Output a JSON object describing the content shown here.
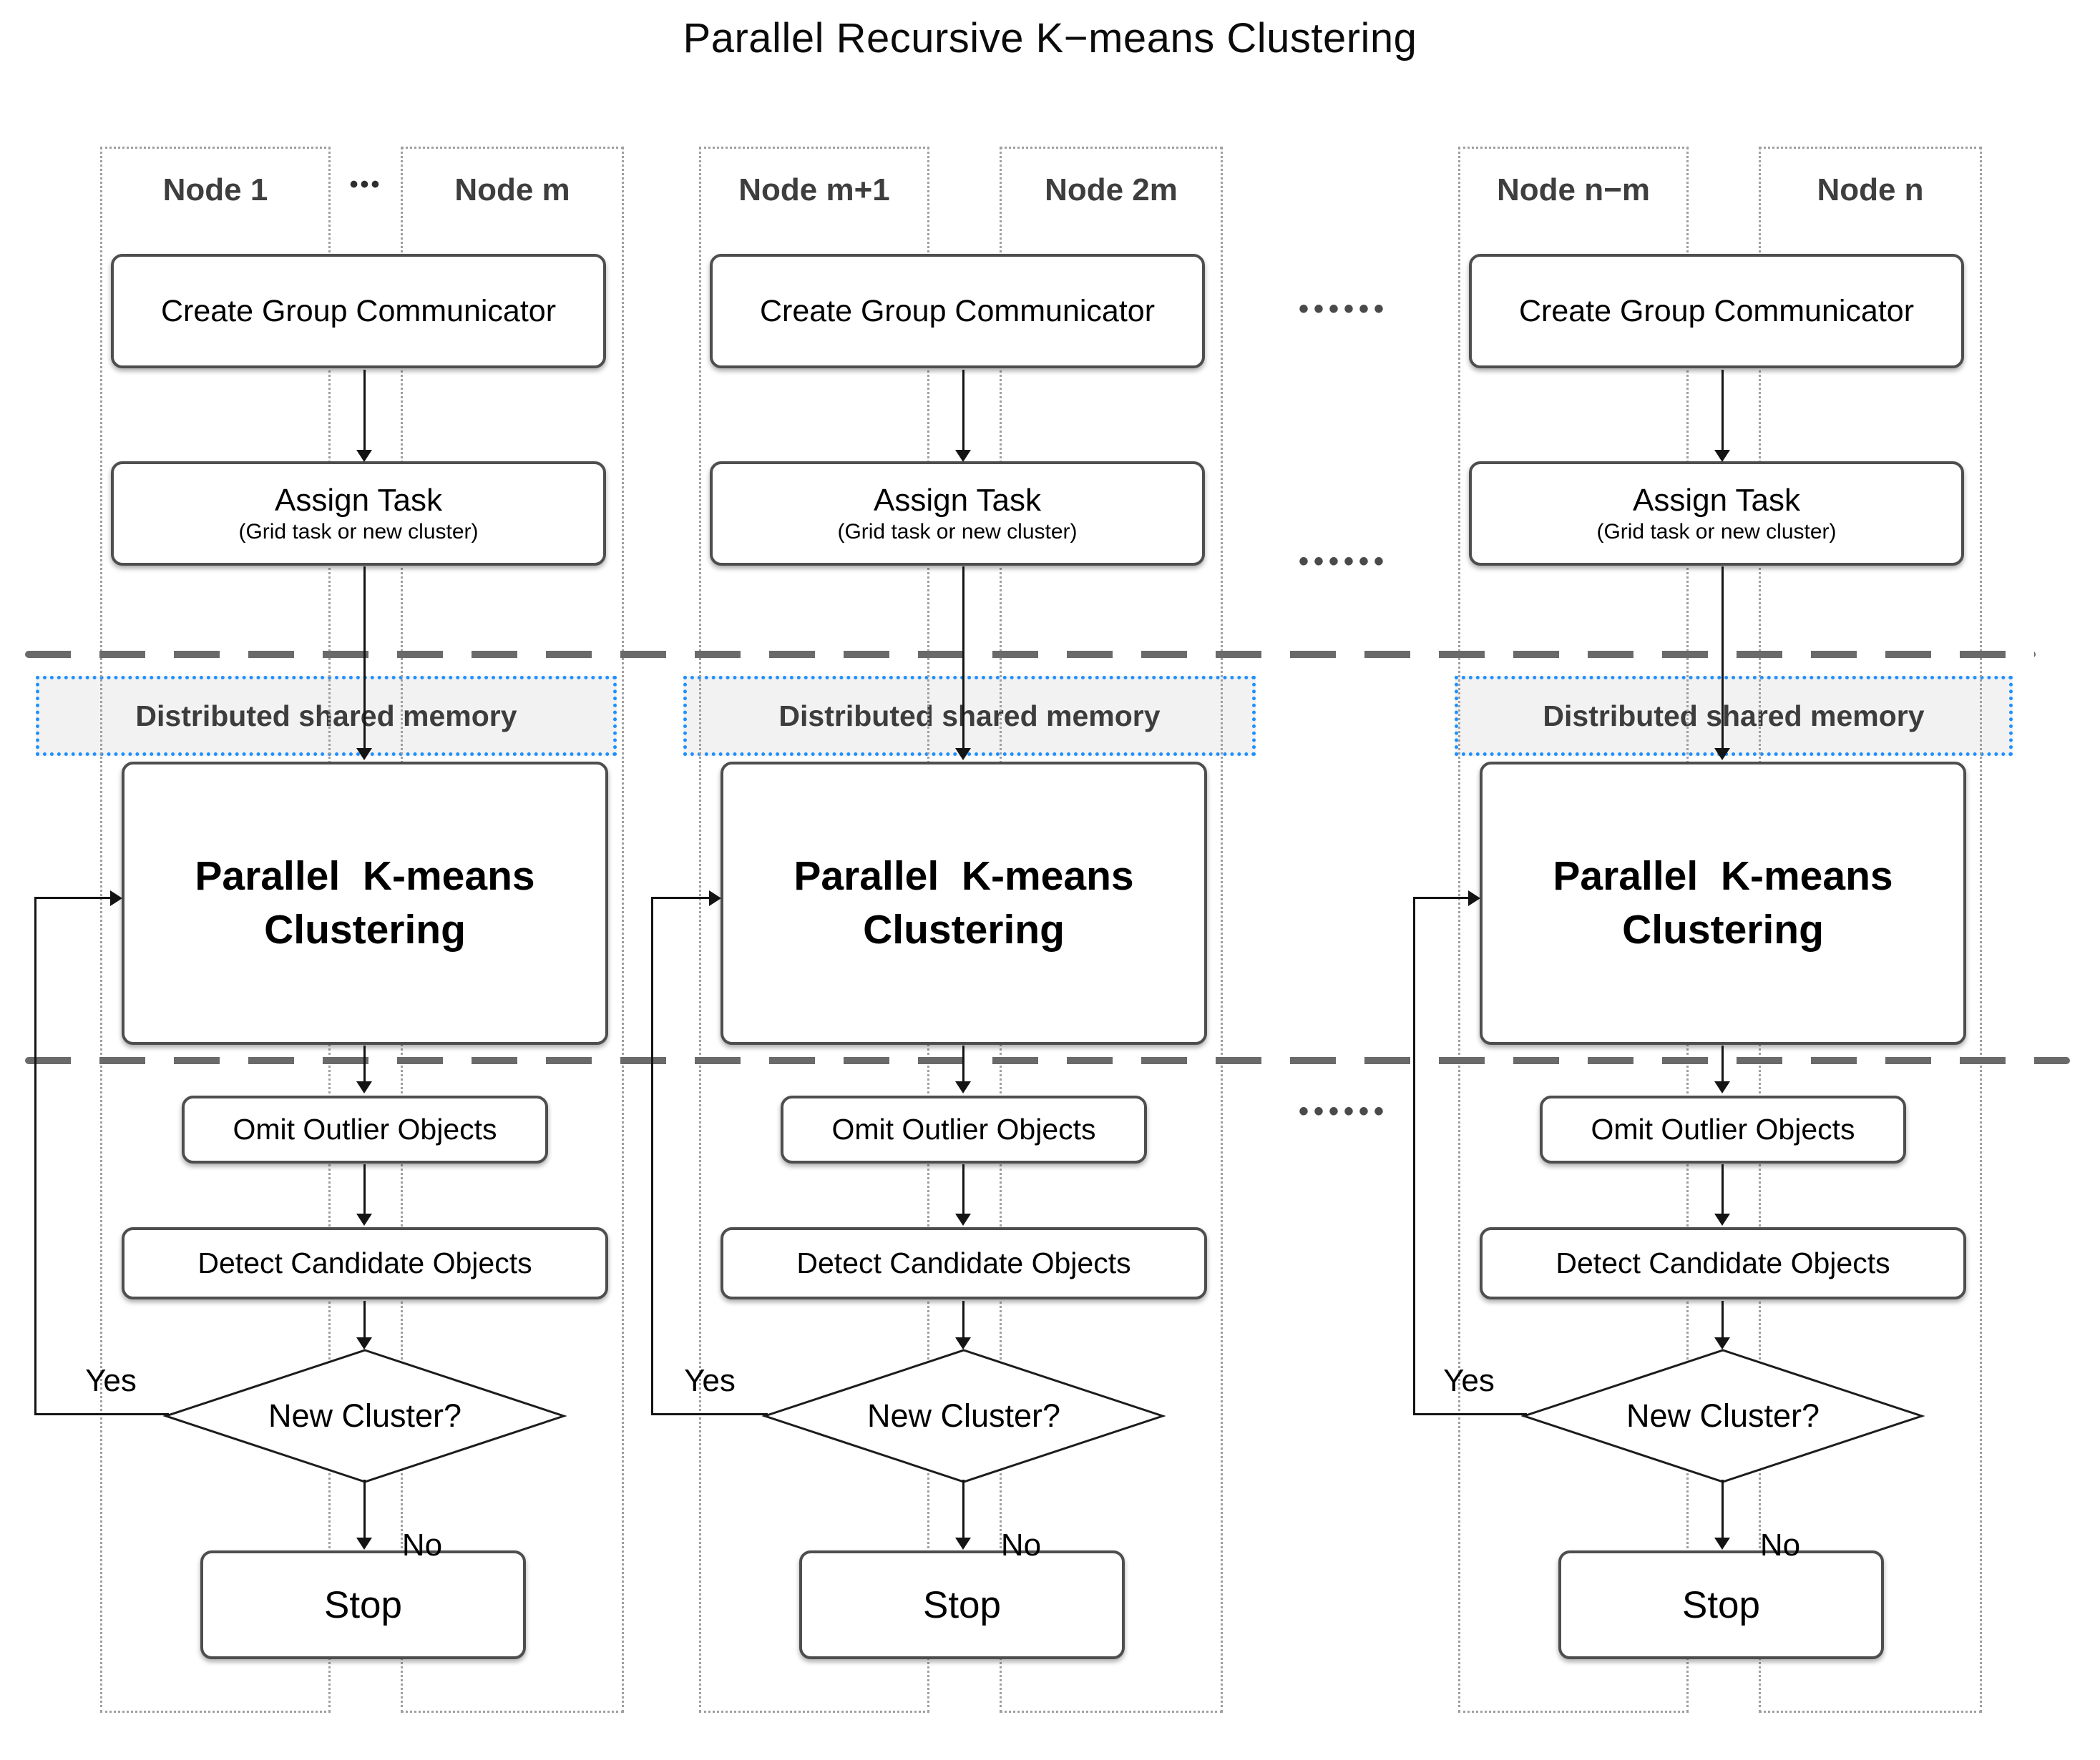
{
  "title": "Parallel Recursive K−means Clustering",
  "icons": {
    "intra_group_ellipsis": "•••",
    "omitted_columns_ellipsis": "••••••"
  },
  "colors": {
    "memory_border_blue": "#1e90ff",
    "memory_background": "#f2f2f2",
    "box_border_gray": "#4e4e4e",
    "dotted_outline_gray": "#9f9f9f",
    "divider_gray": "#6a6a6a"
  },
  "columns": [
    {
      "node_left": "Node 1",
      "node_right": "Node m",
      "header_ellipsis": "•••",
      "create_box": "Create Group Communicator",
      "assign_title": "Assign Task",
      "assign_subtitle": "(Grid task or new cluster)",
      "memory_label": "Distributed shared memory",
      "kmeans_line1": "Parallel  K-means",
      "kmeans_line2": "Clustering",
      "omit_box": "Omit Outlier Objects",
      "detect_box": "Detect Candidate Objects",
      "decision": "New Cluster?",
      "yes_label": "Yes",
      "no_label": "No",
      "stop_box": "Stop"
    },
    {
      "node_left": "Node m+1",
      "node_right": "Node 2m",
      "create_box": "Create Group Communicator",
      "assign_title": "Assign Task",
      "assign_subtitle": "(Grid task or new cluster)",
      "memory_label": "Distributed shared memory",
      "kmeans_line1": "Parallel  K-means",
      "kmeans_line2": "Clustering",
      "omit_box": "Omit Outlier Objects",
      "detect_box": "Detect Candidate Objects",
      "decision": "New Cluster?",
      "yes_label": "Yes",
      "no_label": "No",
      "stop_box": "Stop"
    },
    {
      "node_left": "Node n−m",
      "node_right": "Node n",
      "create_box": "Create Group Communicator",
      "assign_title": "Assign Task",
      "assign_subtitle": "(Grid task or new cluster)",
      "memory_label": "Distributed shared memory",
      "kmeans_line1": "Parallel  K-means",
      "kmeans_line2": "Clustering",
      "omit_box": "Omit Outlier Objects",
      "detect_box": "Detect Candidate Objects",
      "decision": "New Cluster?",
      "yes_label": "Yes",
      "no_label": "No",
      "stop_box": "Stop"
    }
  ]
}
